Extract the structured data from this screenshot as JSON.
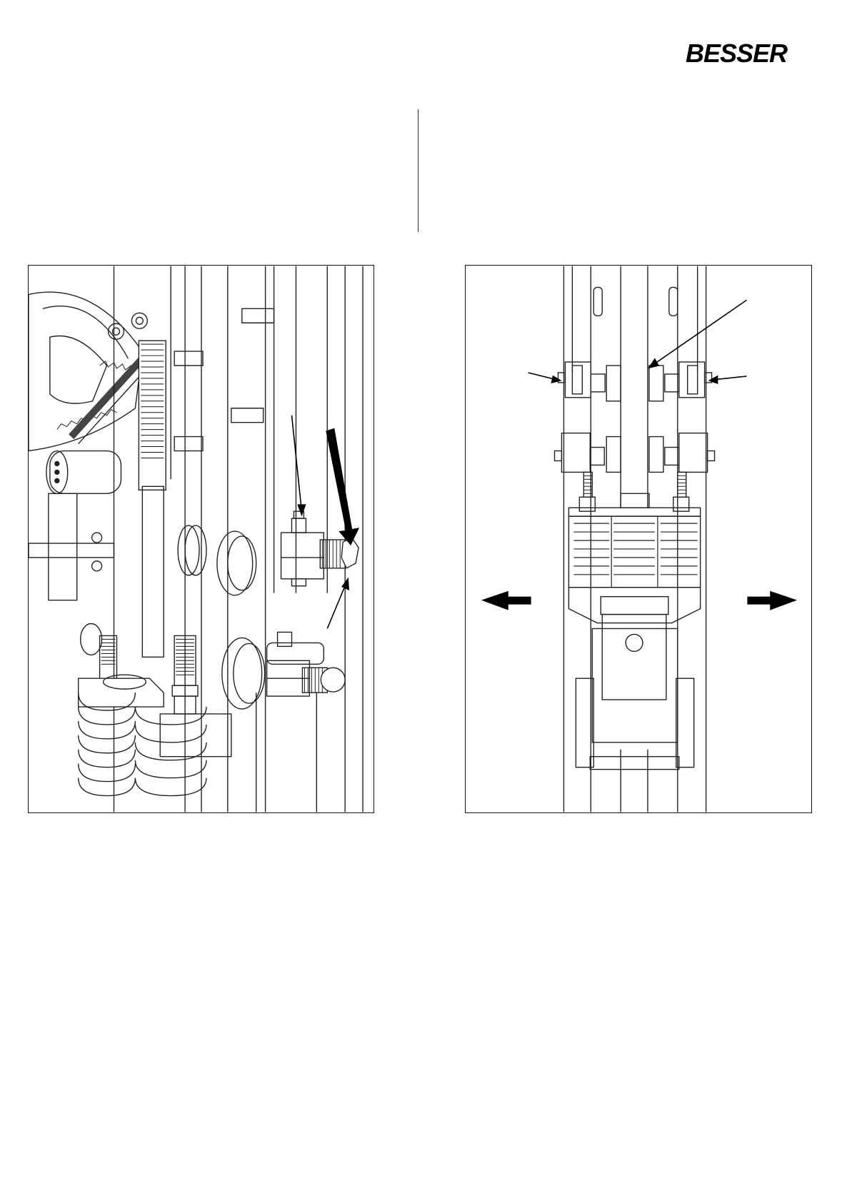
{
  "header": {
    "brand": "BESSER"
  },
  "figures": [
    {
      "id": "left",
      "icons": [
        "gear-icon",
        "callout-arrow-icon",
        "bold-arrow-icon"
      ]
    },
    {
      "id": "right",
      "icons": [
        "callout-arrow-icon",
        "arrow-left-icon",
        "arrow-right-icon"
      ]
    }
  ]
}
